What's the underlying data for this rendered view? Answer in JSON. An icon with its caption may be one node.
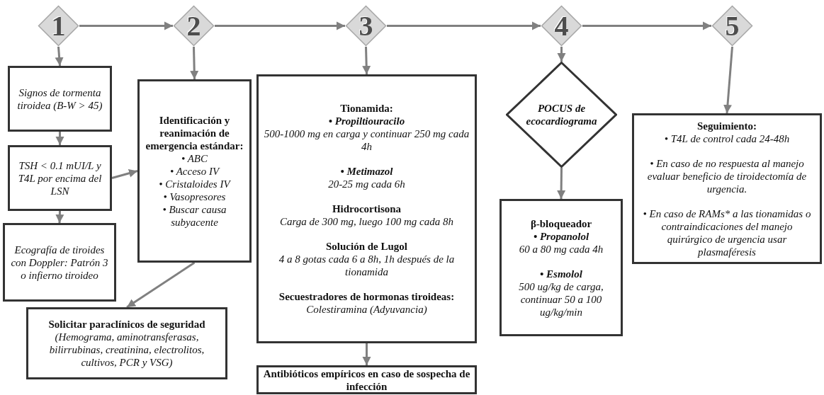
{
  "diagram": {
    "nodes": [
      {
        "text": [
          "1"
        ]
      },
      {
        "text": [
          "2"
        ]
      },
      {
        "text": [
          "3"
        ]
      },
      {
        "text": [
          "4"
        ]
      },
      {
        "text": [
          "5"
        ]
      },
      {
        "text": [
          "Signos de tormenta tiroidea (B-W > 45)"
        ]
      },
      {
        "text": [
          "TSH < 0.1 mUI/L y T4L por encima del LSN"
        ]
      },
      {
        "text": [
          "Ecografía de tiroides con Doppler: Patrón 3 o infierno tiroideo"
        ]
      },
      {
        "text": [
          "Identificación y reanimación de emergencia estándar:",
          "• ABC",
          "• Acceso IV",
          "• Cristaloides IV",
          "• Vasopresores",
          "• Buscar causa subyacente"
        ]
      },
      {
        "text": [
          "Solicitar paraclínicos de seguridad",
          "(Hemograma, aminotransferasas, bilirrubinas, creatinina, electrolitos, cultivos, PCR y VSG)"
        ]
      },
      {
        "text": [
          "Tionamida:",
          "• Propiltiouracilo",
          "500-1000 mg en carga y continuar 250 mg cada 4h",
          "• Metimazol",
          "20-25 mg cada 6h",
          "Hidrocortisona",
          "Carga de 300 mg, luego 100 mg cada 8h",
          "Solución de Lugol",
          "4 a 8 gotas cada 6 a 8h, 1h después de la tionamida",
          "Secuestradores de hormonas tiroideas:",
          "Colestiramina (Adyuvancia)"
        ]
      },
      {
        "text": [
          "Antibióticos empíricos en caso de sospecha de infección"
        ]
      },
      {
        "text": [
          "POCUS de ecocardiograma"
        ]
      },
      {
        "text": [
          "β-bloqueador",
          "• Propanolol",
          "60 a 80 mg cada 4h",
          "• Esmolol",
          "500 ug/kg de carga, continuar 50 a 100 ug/kg/min"
        ]
      },
      {
        "text": [
          "Seguimiento:",
          "• T4L de control cada 24-48h",
          "• En caso de no respuesta al manejo evaluar beneficio de tiroidectomía de urgencia.",
          "• En caso de RAMs* a las tionamidas o contraindicaciones del manejo quirúrgico de urgencia usar plasmaféresis"
        ]
      }
    ],
    "edges": [
      {
        "from": 0,
        "to": 1,
        "arrow": "to"
      },
      {
        "from": 1,
        "to": 2,
        "arrow": "to"
      },
      {
        "from": 2,
        "to": 3,
        "arrow": "to"
      },
      {
        "from": 3,
        "to": 4,
        "arrow": "to"
      },
      {
        "from": 0,
        "to": 5,
        "arrow": "to"
      },
      {
        "from": 5,
        "to": 6,
        "arrow": "to"
      },
      {
        "from": 6,
        "to": 7,
        "arrow": "to"
      },
      {
        "from": 6,
        "to": 8,
        "arrow": "to"
      },
      {
        "from": 1,
        "to": 8,
        "arrow": "to"
      },
      {
        "from": 8,
        "to": 9,
        "arrow": "to"
      },
      {
        "from": 2,
        "to": 10,
        "arrow": "to"
      },
      {
        "from": 10,
        "to": 11,
        "arrow": "to"
      },
      {
        "from": 3,
        "to": 12,
        "arrow": "to"
      },
      {
        "from": 12,
        "to": 13,
        "arrow": "to"
      },
      {
        "from": 4,
        "to": 14,
        "arrow": "to"
      }
    ]
  }
}
